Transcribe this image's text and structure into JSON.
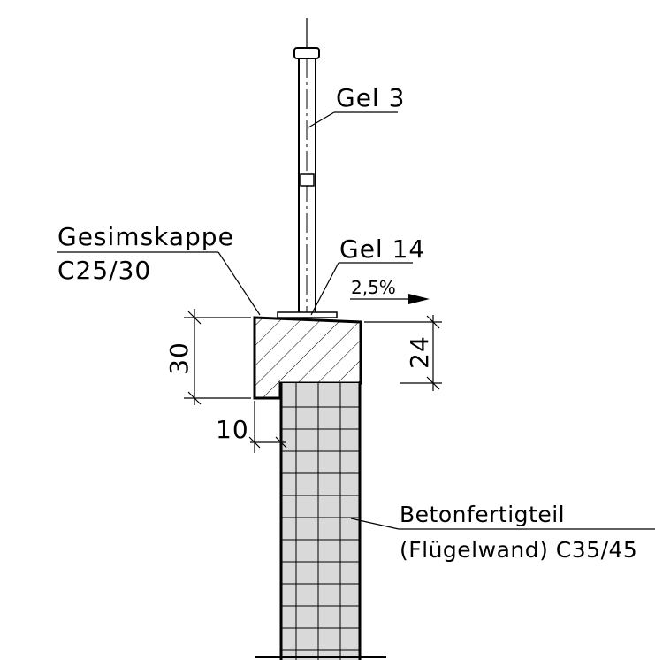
{
  "labels": {
    "railing_post": "Gel 3",
    "railing_base": "Gel 14",
    "cap_name": "Gesimskappe",
    "cap_concrete": "C25/30",
    "slope": "2,5%",
    "wall_name": "Betonfertigteil",
    "wall_spec": "(Flügelwand) C35/45"
  },
  "dimensions": {
    "cap_height_left": "30",
    "cap_height_right": "24",
    "cap_overhang": "10"
  }
}
